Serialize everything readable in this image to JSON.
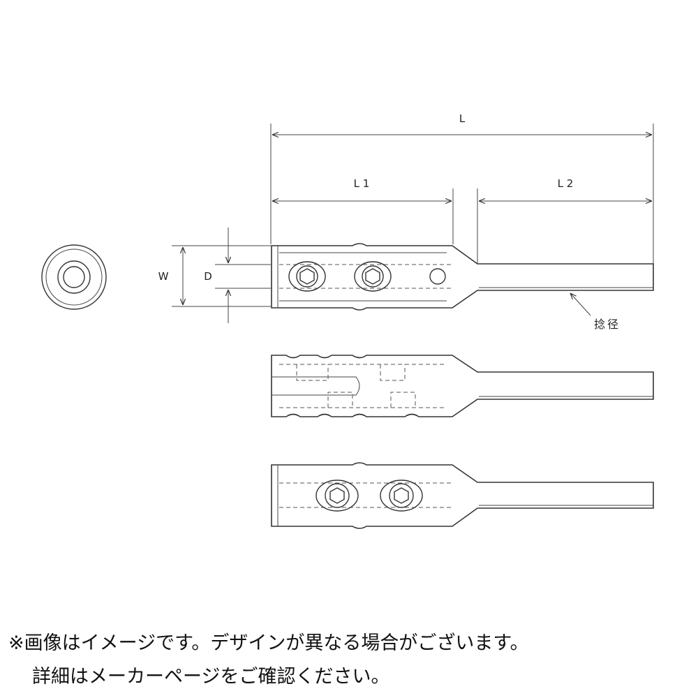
{
  "dimensions": {
    "L": "L",
    "L1": "L 1",
    "L2": "L 2",
    "W": "W",
    "D": "D",
    "shank": "捻径"
  },
  "note": {
    "line1": "※画像はイメージです。デザインが異なる場合がございます。",
    "line2": "詳細はメーカーページをご確認ください。"
  }
}
